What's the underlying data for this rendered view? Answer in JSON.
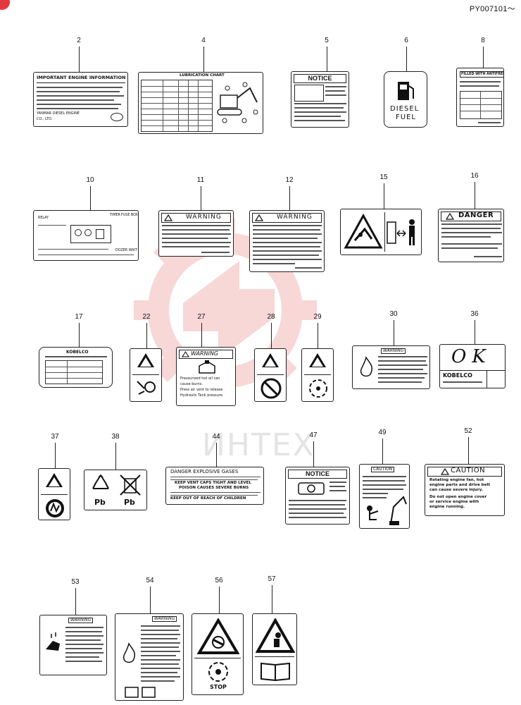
{
  "page_code": "PY007101～",
  "watermark_text": "ИНТЕХ",
  "parts": [
    {
      "no": "2",
      "text": {
        "h": "IMPORTANT ENGINE INFORMATION",
        "l1": "YANMAR DIESEL ENGINE",
        "l2": "CO., LTD."
      }
    },
    {
      "no": "4",
      "text": {
        "h": "LUBRICATION CHART"
      }
    },
    {
      "no": "5",
      "text": {
        "h": "NOTICE"
      }
    },
    {
      "no": "6",
      "text": {
        "l1": "DIESEL",
        "l2": "FUEL"
      }
    },
    {
      "no": "8",
      "text": {
        "h": "FILLED WITH ANTIFREEZE"
      }
    },
    {
      "no": "10",
      "text": {
        "l1": "TIMER",
        "l2": "FUSE BOX",
        "l3": "RELAY",
        "l4": "DOZER WAIT"
      }
    },
    {
      "no": "11",
      "text": {
        "h": "WARNING"
      }
    },
    {
      "no": "12",
      "text": {
        "h": "WARNING"
      }
    },
    {
      "no": "15",
      "text": {}
    },
    {
      "no": "16",
      "text": {
        "h": "DANGER"
      }
    },
    {
      "no": "17",
      "text": {
        "h": "KOBELCO"
      }
    },
    {
      "no": "22",
      "text": {}
    },
    {
      "no": "27",
      "text": {
        "h": "WARNING",
        "l1": "Pressurized hot oil can",
        "l2": "cause burns.",
        "l3": "Press air vent to release",
        "l4": "Hydraulic Tank pressure."
      }
    },
    {
      "no": "28",
      "text": {}
    },
    {
      "no": "29",
      "text": {}
    },
    {
      "no": "30",
      "text": {
        "h": "WARNING"
      }
    },
    {
      "no": "36",
      "text": {
        "sig": "OK",
        "l1": "KOBELCO"
      }
    },
    {
      "no": "37",
      "text": {}
    },
    {
      "no": "38",
      "text": {
        "l1": "Pb",
        "l2": "Pb"
      }
    },
    {
      "no": "44",
      "text": {
        "h": "DANGER EXPLOSIVE GASES",
        "l1": "KEEP VENT CAPS TIGHT AND LEVEL",
        "l2": "POISON CAUSES SEVERE BURNS",
        "l3": "KEEP OUT OF REACH OF CHILDREN"
      }
    },
    {
      "no": "47",
      "text": {
        "h": "NOTICE"
      }
    },
    {
      "no": "49",
      "text": {
        "h": "CAUTION"
      }
    },
    {
      "no": "52",
      "text": {
        "h": "CAUTION",
        "l1": "Rotating engine fan, hot",
        "l2": "engine parts and drive belt",
        "l3": "can cause severe injury.",
        "l4": "Do not open engine cover",
        "l5": "or service engine with",
        "l6": "engine running."
      }
    },
    {
      "no": "53",
      "text": {
        "h": "WARNING"
      }
    },
    {
      "no": "54",
      "text": {
        "h": "WARNING"
      }
    },
    {
      "no": "56",
      "text": {
        "l1": "STOP"
      }
    },
    {
      "no": "57",
      "text": {}
    }
  ]
}
